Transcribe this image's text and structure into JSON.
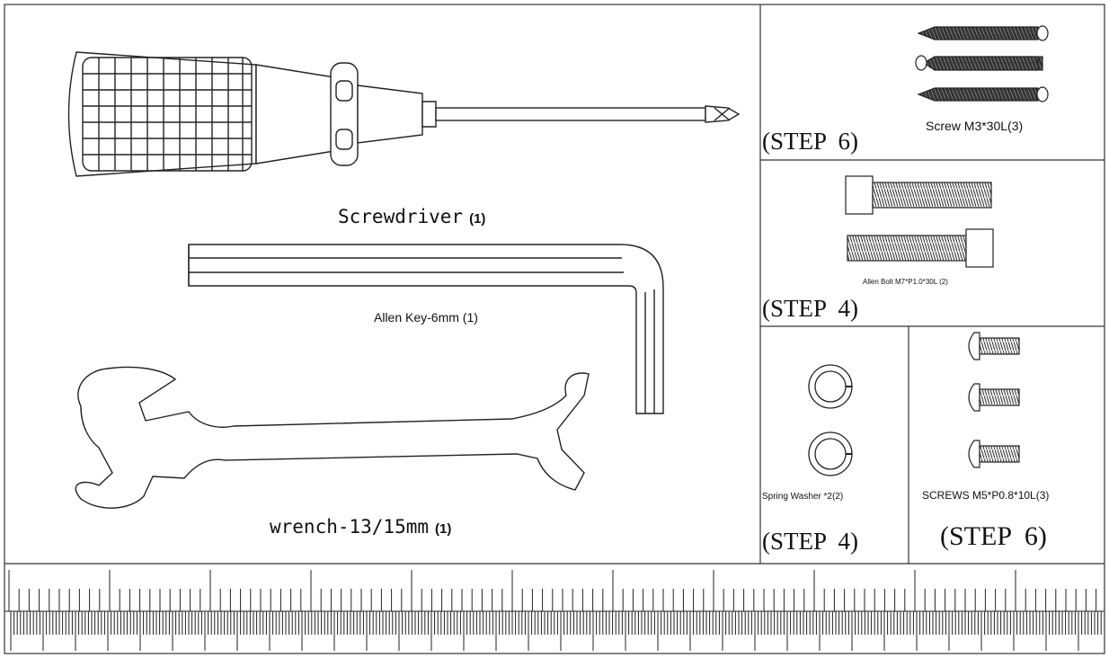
{
  "main_panel": {
    "screwdriver_name": "Screwdriver",
    "screwdriver_qty": "(1)",
    "allen_key_label": "Allen Key-6mm (1)",
    "wrench_name": "wrench-13/15mm",
    "wrench_qty": "(1)"
  },
  "panels": {
    "screws_m3": {
      "label": "Screw M3*30L(3)",
      "step": "(STEP  6)"
    },
    "allen_bolts": {
      "label": "Allen Bolt M7*P1.0*30L (2)",
      "step": "(STEP  4)"
    },
    "spring_washers": {
      "label": "Spring Washer *2(2)",
      "step": "(STEP  4)"
    },
    "screws_m5": {
      "label": "SCREWS M5*P0.8*10L(3)",
      "step": "(STEP  6)"
    }
  },
  "colors": {
    "line": "#333333",
    "dark": "#222222",
    "background": "#ffffff"
  }
}
